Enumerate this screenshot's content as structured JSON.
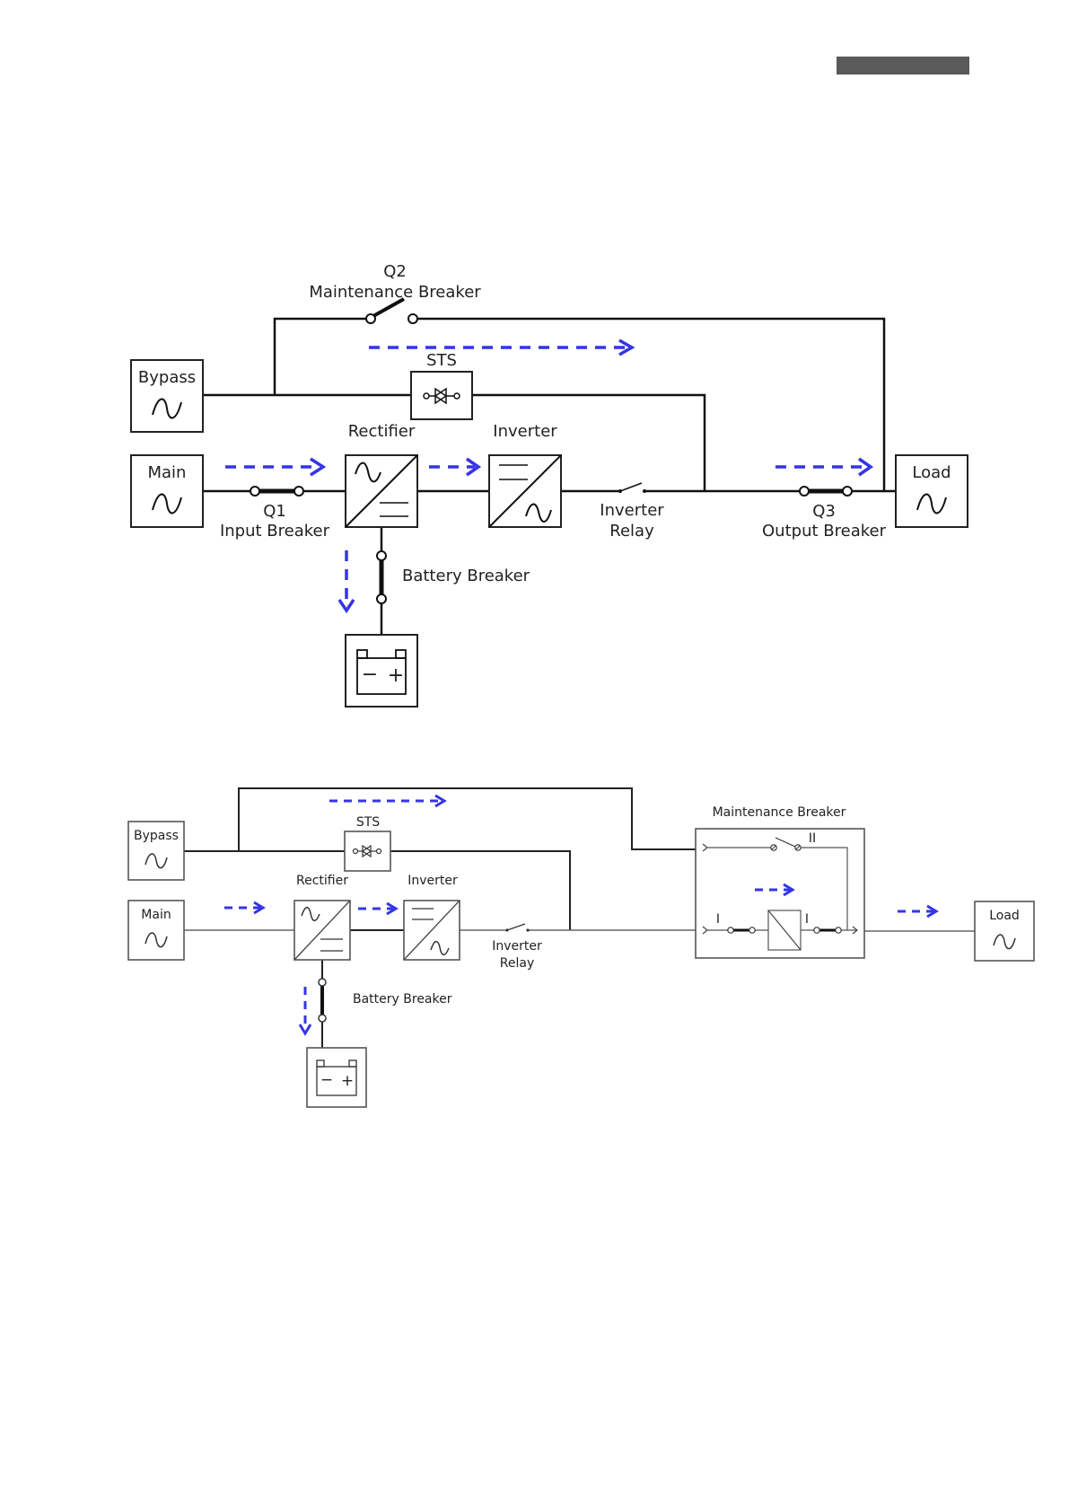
{
  "header": {
    "bar_color": "#5a5a5a"
  },
  "colors": {
    "flow_arrow": "#3434e8",
    "wire": "#111111"
  },
  "diagram_1": {
    "q2_label": "Q2",
    "maintenance_breaker_label": "Maintenance Breaker",
    "sts_label": "STS",
    "bypass_label": "Bypass",
    "main_label": "Main",
    "rectifier_label": "Rectifier",
    "inverter_label": "Inverter",
    "load_label": "Load",
    "q1_label": "Q1",
    "input_breaker_label": "Input Breaker",
    "inverter_relay_label_1": "Inverter",
    "inverter_relay_label_2": "Relay",
    "q3_label": "Q3",
    "output_breaker_label": "Output Breaker",
    "battery_breaker_label": "Battery Breaker",
    "battery_minus": "−",
    "battery_plus": "+"
  },
  "diagram_2": {
    "sts_label": "STS",
    "bypass_label": "Bypass",
    "main_label": "Main",
    "rectifier_label": "Rectifier",
    "inverter_label": "Inverter",
    "inverter_relay_label_1": "Inverter",
    "inverter_relay_label_2": "Relay",
    "maintenance_breaker_label": "Maintenance Breaker",
    "switch_pos_1": "I",
    "switch_pos_2": "II",
    "load_label": "Load",
    "battery_breaker_label": "Battery Breaker",
    "battery_minus": "−",
    "battery_plus": "+"
  }
}
